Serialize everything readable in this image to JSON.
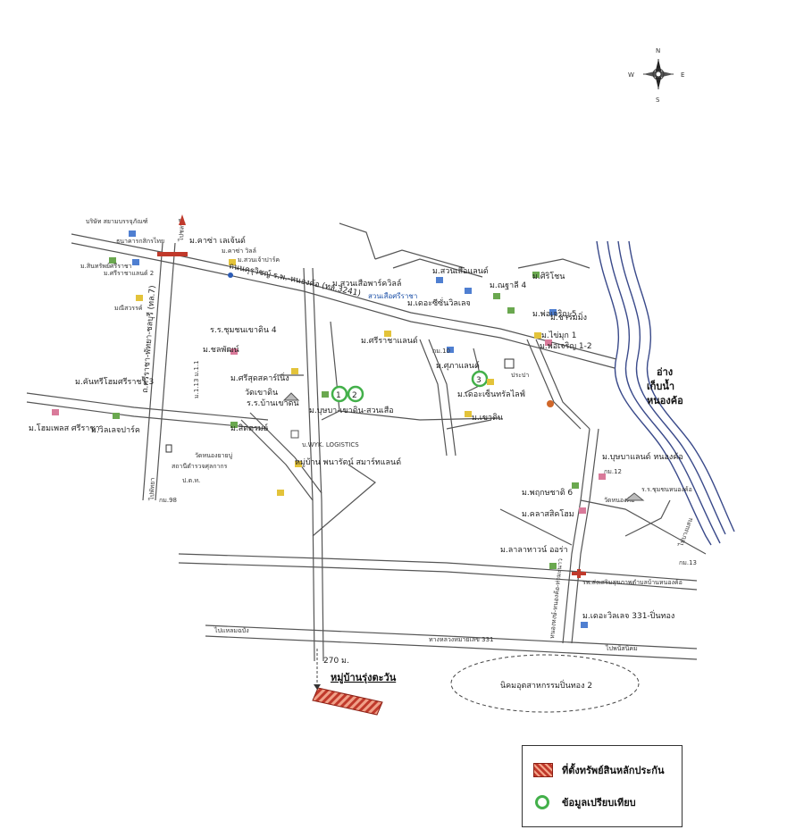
{
  "compass": {
    "n": "N",
    "s": "S",
    "e": "E",
    "w": "W"
  },
  "reservoir": {
    "line1": "อ่าง",
    "line2": "เก็บน้ำ",
    "line3": "หนองค้อ"
  },
  "roads": {
    "main_road": "ถนนคุรุวิชญ์ ร.พ.-หนองค้อ (ทล.3241)",
    "sukhumvit": "ถ.ศรีราชา-พัทยา-ชลบุรี (ทล.7)",
    "south_road": "หนองหงษ์-หนองค้อ-ท่ามะนาว",
    "bottom_road": "ทางหลวงหมายเลข 331",
    "to_bottom_left": "ไปแหลมฉบัง",
    "to_bottom_right": "ไปพนัสนิคม",
    "to_chonburi": "ไปชลบุรี",
    "to_pattaya": "ไปพัทยา",
    "to_bangsaen": "ไปบางแสน"
  },
  "places": [
    "บริษัท สยามบรรจุภัณฑ์",
    "ม.คาซ่า เลเจ้นด์",
    "ม.คาซ่า วิลล์",
    "ม.สวนเจ้าปาร์ค",
    "ธนาคารกสิกรไทย",
    "ม.สินทรัพย์ศรีราชา",
    "ม.ศรีราชาแลนด์ 2",
    "มณีสวรรค์",
    "ม.สวนเสือพาร์ควิลล์",
    "ม.สวนเสือแลนด์",
    "ม.ณฐาลี 4",
    "ม.ศิริโชน",
    "ม.เดอะซีซั่นวิลเลจ",
    "ม.พ่อเจริญ 5",
    "ม.ชาร์มมิ่ง",
    "ร.ร.ชุมชนเขาดิน 4",
    "ม.ศรีราชาแลนด์",
    "ม.ไข่มุก 1",
    "ม.พ่อเจริญ 1-2",
    "ม.ชลพัฒน์",
    "ม.ศรีสุดสคาร์เนิ่ง",
    "ม.ศุภาแลนด์",
    "ประปา",
    "วัดเขาดิน",
    "ร.ร.บ้านเขาดิน",
    "ม.บุษบา-เขาดิน-สวนเสือ",
    "ม.เดอะเซ็นทรัลไลฟ์",
    "ม.เขาดิน",
    "ม.คันทรีโฮมศรีราชา 3",
    "ม.โฮมเพลส ศรีราชา",
    "ม.วิลเลจปาร์ค",
    "ม.สิตตรมย์",
    "บ.WYK. LOGISTICS",
    "วัดหนองยายบู่",
    "สถานีตำรวจศุลกากร",
    "ป.ต.ท.",
    "หมู่บ้าน พนารัตน์ สมาร์ทแลนด์",
    "ม.บุษบาแลนด์ หนองค้อ",
    "วัดหนองค้อ",
    "ร.ร.ชุมชนหนองค้อ",
    "ม.พฤกษชาติ 6",
    "ม.คลาสสิคโฮม",
    "ม.ลาลาทาวน์ ออร่า",
    "รพ.ส่งเสริมสุขภาพตำบลบ้านหนองค้อ",
    "ม.เดอะวิลเลจ 331-ปิ่นทอง",
    "นิคมอุตสาหกรรมปิ่นทอง 2",
    "สวนเสือศรีราชา"
  ],
  "km_markers": [
    "กม.10",
    "กม.12",
    "กม.13",
    "กม.98",
    "ม.1.13 ม.1.1"
  ],
  "comparables": [
    "1",
    "2",
    "3"
  ],
  "subject": {
    "distance": "270 ม.",
    "name": "หมู่บ้านรุ่งตะวัน"
  },
  "legend": {
    "collateral": "ที่ตั้งทรัพย์สินหลักประกัน",
    "comparable": "ข้อมูลเปรียบเทียบ"
  },
  "colors": {
    "river": "#3a4a8a",
    "subject_fill": "#c0392b",
    "comparable_ring": "#43b04a"
  }
}
